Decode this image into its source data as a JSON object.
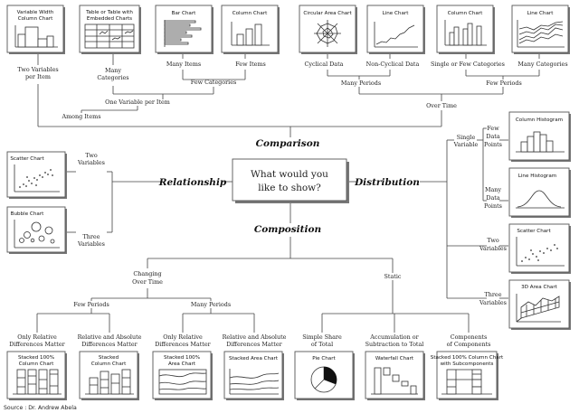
{
  "question": [
    "What would you",
    "like to show?"
  ],
  "categories": {
    "comparison": "Comparison",
    "relationship": "Relationship",
    "distribution": "Distribution",
    "composition": "Composition"
  },
  "charts": {
    "variable_width_column": [
      "Variable Width",
      "Column Chart"
    ],
    "table_embedded": [
      "Table or Table with",
      "Embedded Charts"
    ],
    "bar_chart": [
      "Bar Chart"
    ],
    "column_chart_top": [
      "Column Chart"
    ],
    "circular_area": [
      "Circular Area Chart"
    ],
    "line_chart_top": [
      "Line Chart"
    ],
    "column_chart_top2": [
      "Column Chart"
    ],
    "line_chart_top2": [
      "Line Chart"
    ],
    "scatter_rel": [
      "Scatter Chart"
    ],
    "bubble_rel": [
      "Bubble Chart"
    ],
    "column_histogram": [
      "Column Histogram"
    ],
    "line_histogram": [
      "Line Histogram"
    ],
    "scatter_dist": [
      "Scatter Chart"
    ],
    "area_3d": [
      "3D Area Chart"
    ],
    "stacked_100_column": [
      "Stacked 100%",
      "Column Chart"
    ],
    "stacked_column": [
      "Stacked",
      "Column Chart"
    ],
    "stacked_100_area": [
      "Stacked 100%",
      "Area Chart"
    ],
    "stacked_area": [
      "Stacked Area Chart"
    ],
    "pie": [
      "Pie Chart"
    ],
    "waterfall": [
      "Waterfall Chart"
    ],
    "stacked_100_sub": [
      "Stacked 100% Column Chart",
      "with Subcomponents"
    ]
  },
  "labels": {
    "two_vars_per_item": [
      "Two Variables",
      "per Item"
    ],
    "many_categories_left": [
      "Many",
      "Categories"
    ],
    "many_items": "Many Items",
    "few_items": "Few Items",
    "cyclical": "Cyclical Data",
    "non_cyclical": "Non-Cyclical Data",
    "single_few_categories": "Single or Few Categories",
    "many_categories_right": "Many Categories",
    "few_categories_mid": "Few Categories",
    "many_periods_top": "Many Periods",
    "few_periods_top": "Few Periods",
    "one_var_per_item": "One Variable per Item",
    "among_items": "Among Items",
    "over_time": "Over Time",
    "rel_two_vars": [
      "Two",
      "Variables"
    ],
    "rel_three_vars": [
      "Three",
      "Variables"
    ],
    "single_variable": [
      "Single",
      "Variable"
    ],
    "few_data_points": [
      "Few",
      "Data",
      "Points"
    ],
    "many_data_points": [
      "Many",
      "Data",
      "Points"
    ],
    "dist_two_vars": [
      "Two",
      "Variables"
    ],
    "dist_three_vars": [
      "Three",
      "Variables"
    ],
    "changing_over_time": [
      "Changing",
      "Over Time"
    ],
    "static": "Static",
    "few_periods_comp": "Few Periods",
    "many_periods_comp": "Many Periods",
    "only_relative_1": [
      "Only Relative",
      "Differences Matter"
    ],
    "rel_and_abs_1": [
      "Relative and Absolute",
      "Differences Matter"
    ],
    "only_relative_2": [
      "Only Relative",
      "Differences Matter"
    ],
    "rel_and_abs_2": [
      "Relative and Absolute",
      "Differences Matter"
    ],
    "simple_share": [
      "Simple Share",
      "of Total"
    ],
    "accumulation": [
      "Accumulation or",
      "Subtraction to Total"
    ],
    "components": [
      "Components",
      "of Components"
    ]
  },
  "source": "Source : Dr. Andrew Abela"
}
